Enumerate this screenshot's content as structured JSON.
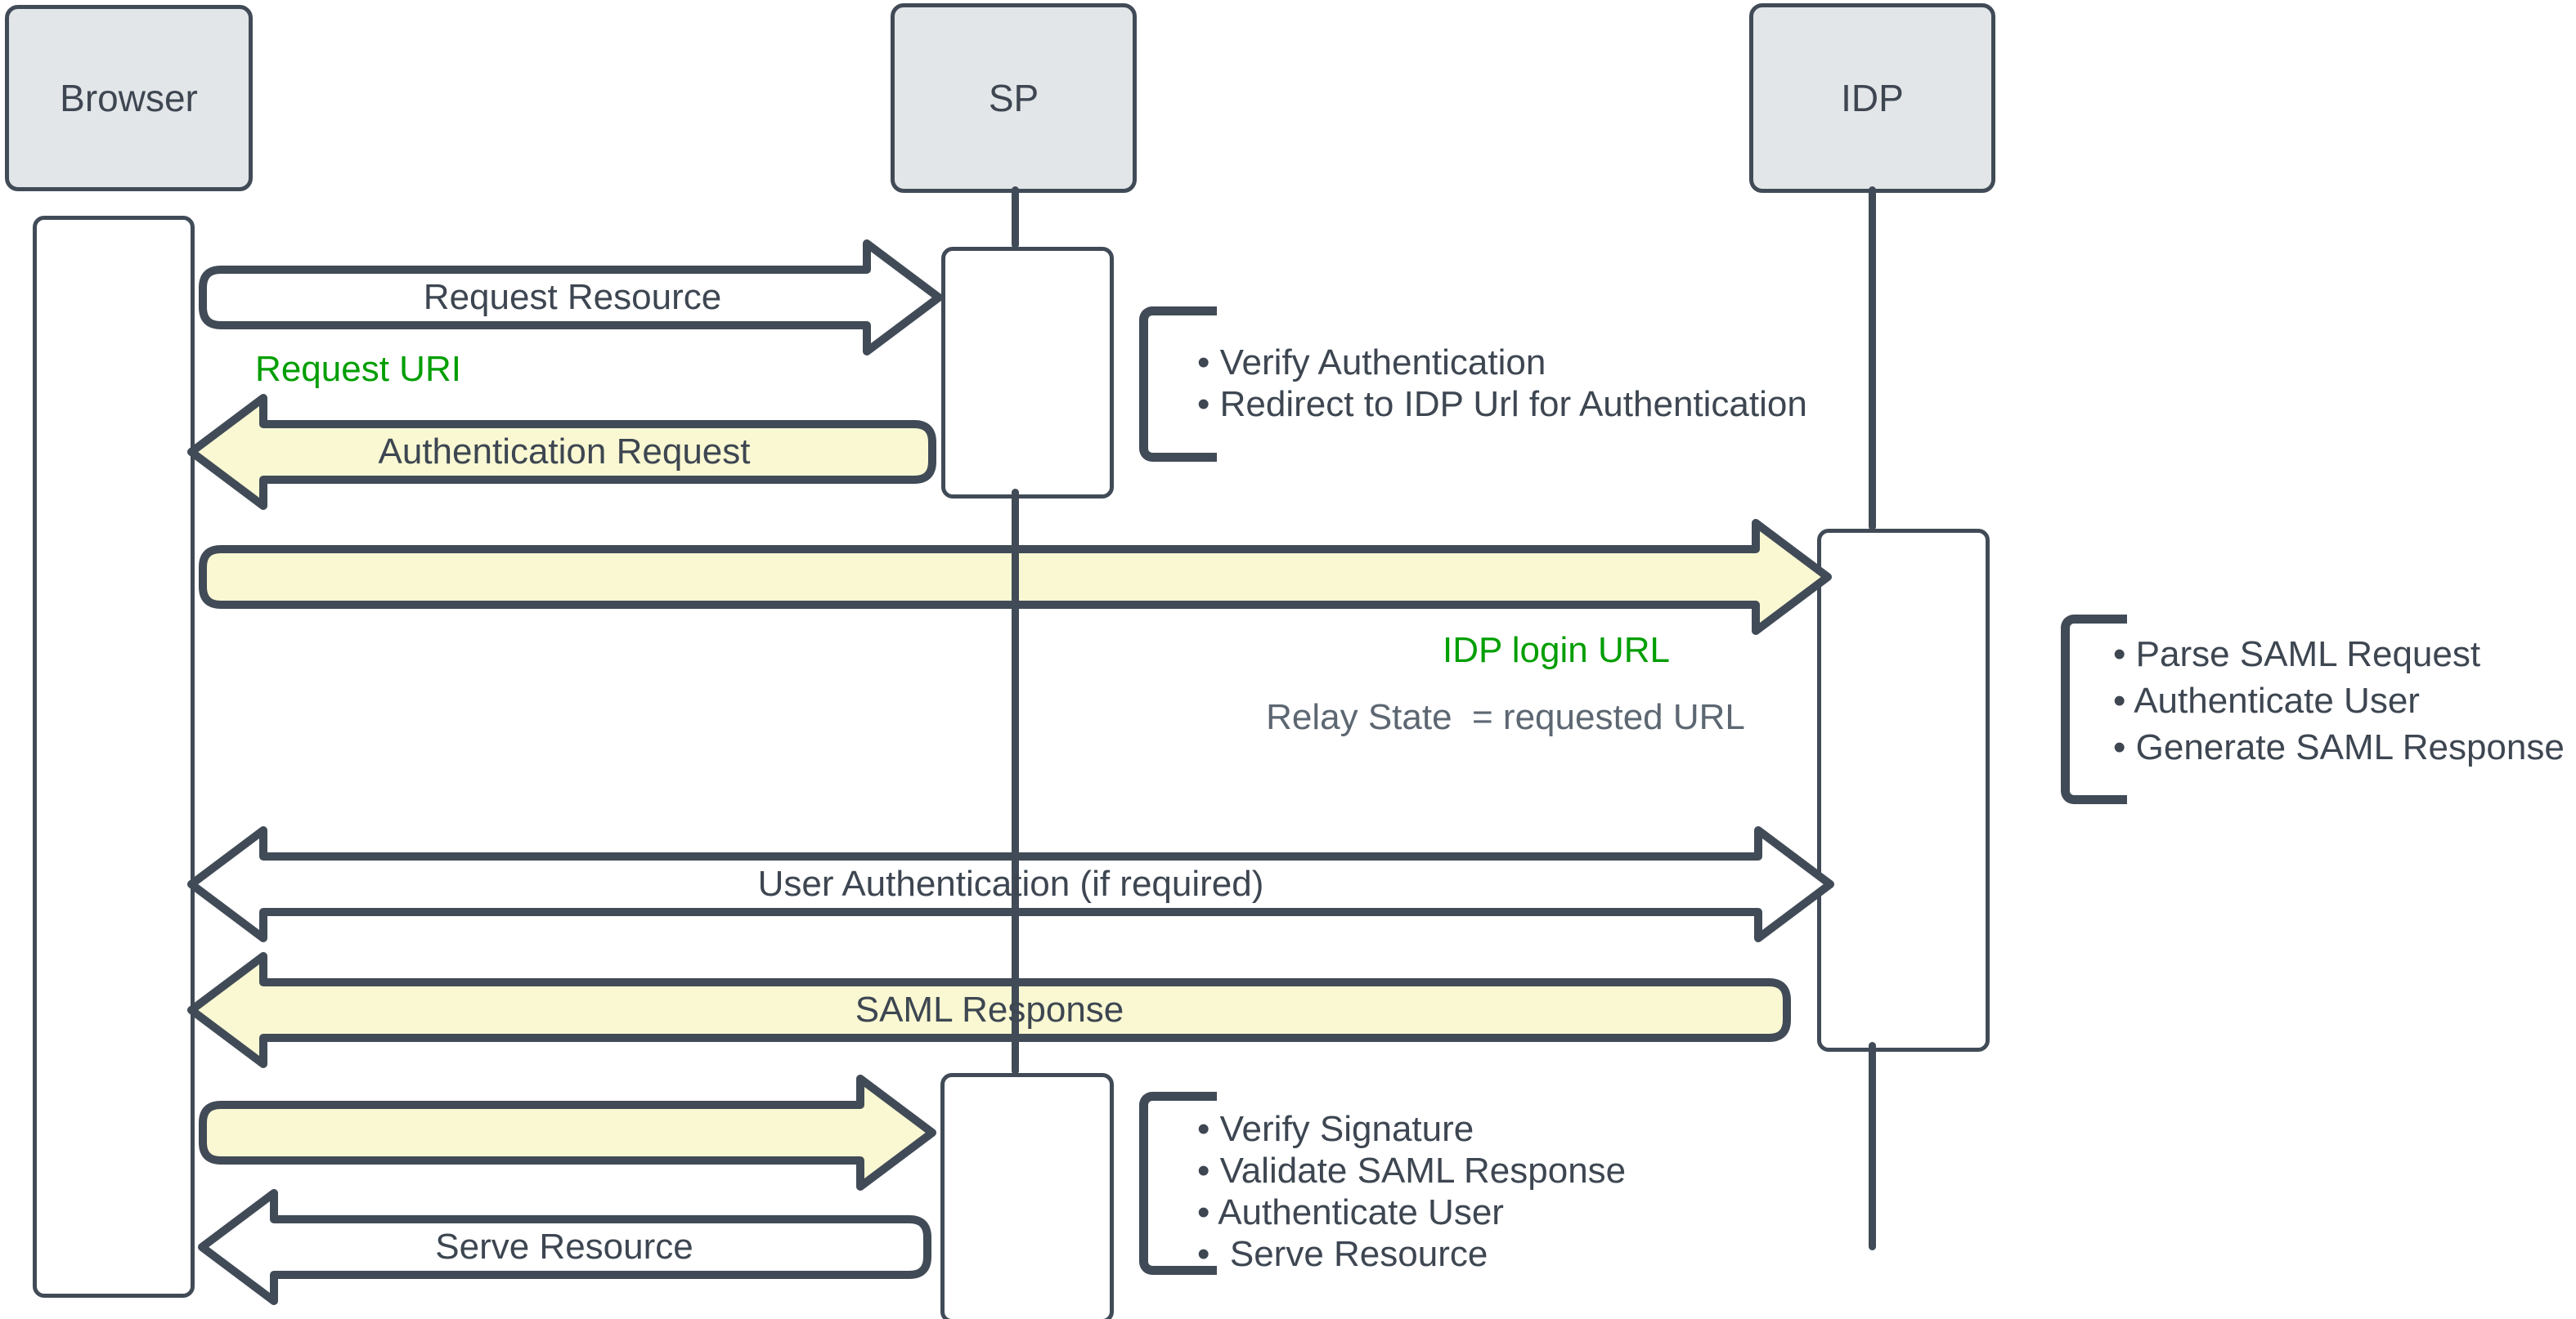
{
  "colors": {
    "stroke": "#414b57",
    "text": "#3d4651",
    "header-fill": "#e3e6e8",
    "yellow": "#f9f8d2",
    "green": "#009e00",
    "gray-text": "#5d6772"
  },
  "actors": {
    "browser": "Browser",
    "sp": "SP",
    "idp": "IDP"
  },
  "messages": {
    "request_resource": "Request Resource",
    "authentication_request": "Authentication Request",
    "user_authentication": "User Authentication (if required)",
    "saml_response": "SAML Response",
    "serve_resource": "Serve Resource"
  },
  "annotations": {
    "request_uri": "Request URI",
    "idp_login_url": "IDP login URL",
    "relay_state": "Relay State  = requested URL"
  },
  "notes": {
    "sp_first": [
      "• Verify Authentication",
      "• Redirect to IDP Url for Authentication"
    ],
    "idp": [
      "• Parse SAML Request",
      "• Authenticate User",
      "• Generate SAML Response"
    ],
    "sp_second": [
      "• Verify Signature",
      "• Validate SAML Response",
      "• Authenticate User",
      "•  Serve Resource"
    ]
  }
}
